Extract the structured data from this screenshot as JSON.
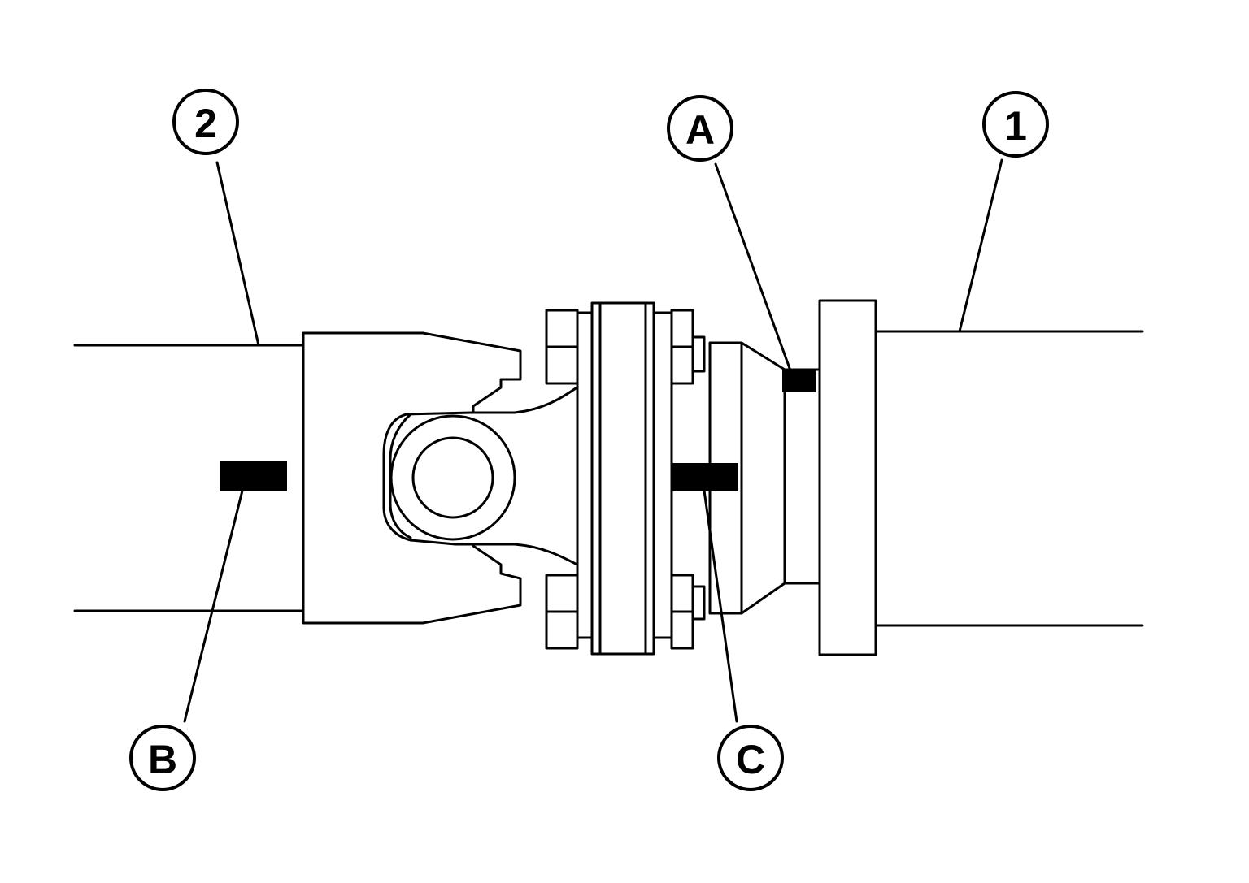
{
  "callouts": {
    "part_1": "1",
    "part_2": "2",
    "mark_a": "A",
    "mark_b": "B",
    "mark_c": "C"
  }
}
